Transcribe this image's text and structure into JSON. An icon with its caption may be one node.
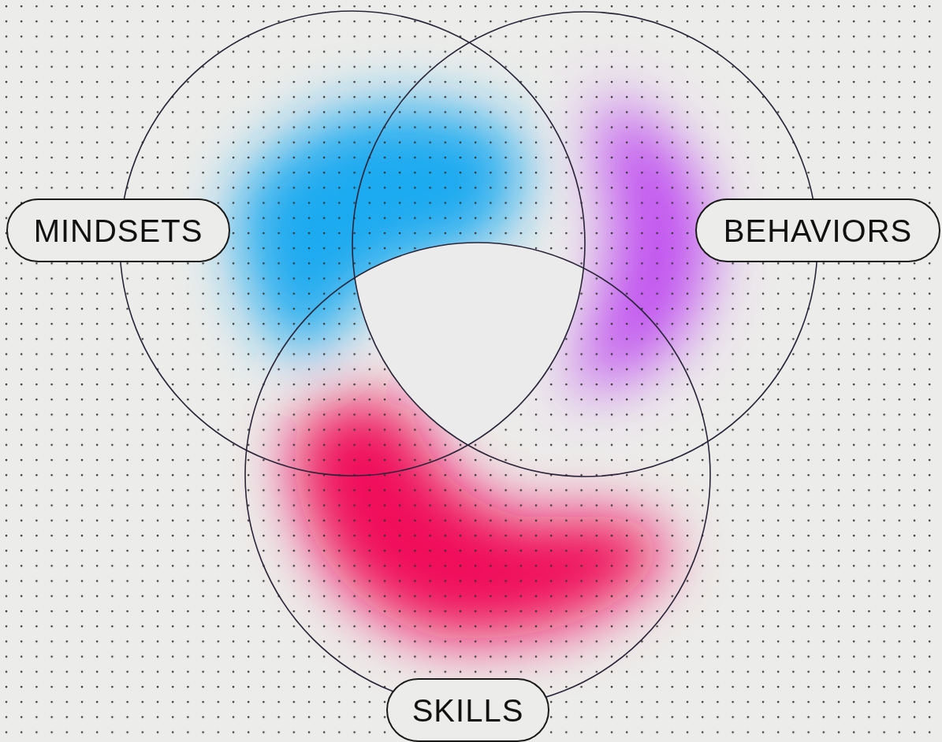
{
  "diagram": {
    "nodes": [
      {
        "text": [
          "MINDSETS"
        ]
      },
      {
        "text": [
          "BEHAVIORS"
        ]
      },
      {
        "text": [
          "SKILLS"
        ]
      }
    ]
  }
}
